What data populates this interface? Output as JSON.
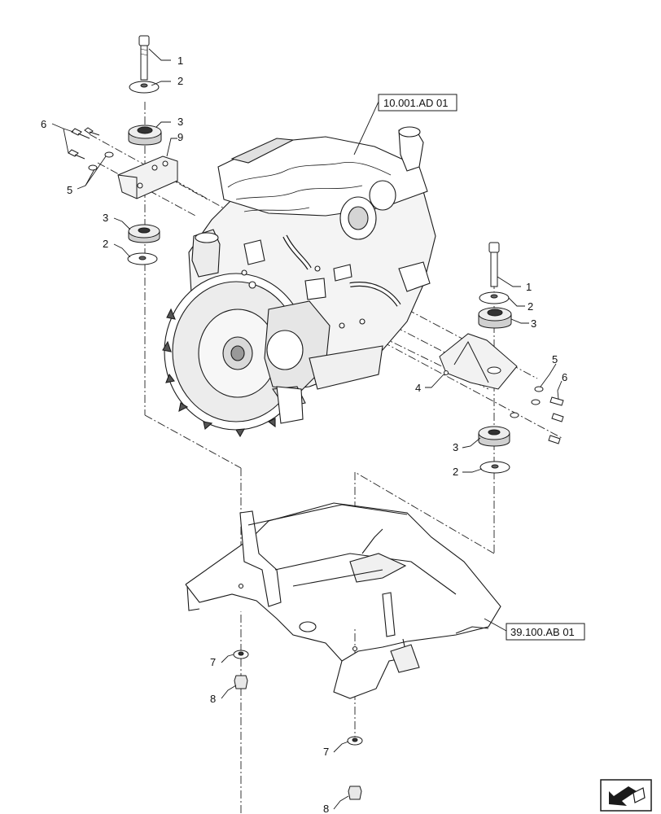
{
  "references": {
    "engine": "10.001.AD 01",
    "frame": "39.100.AB 01"
  },
  "callouts": {
    "left_bolt": "1",
    "left_washer_top": "2",
    "left_mount_top": "3",
    "left_bracket": "9",
    "left_screws": "6",
    "left_washers": "5",
    "left_mount_bottom": "3",
    "left_washer_bottom": "2",
    "right_bolt": "1",
    "right_washer_top": "2",
    "right_mount_top": "3",
    "right_bracket": "4",
    "right_washers": "5",
    "right_screws": "6",
    "right_mount_bottom": "3",
    "right_washer_bottom": "2",
    "frame_washer_left": "7",
    "frame_nut_left": "8",
    "frame_washer_bottom": "7",
    "frame_nut_bottom": "8"
  },
  "icons": {
    "corner": "navigation-arrow-icon"
  }
}
